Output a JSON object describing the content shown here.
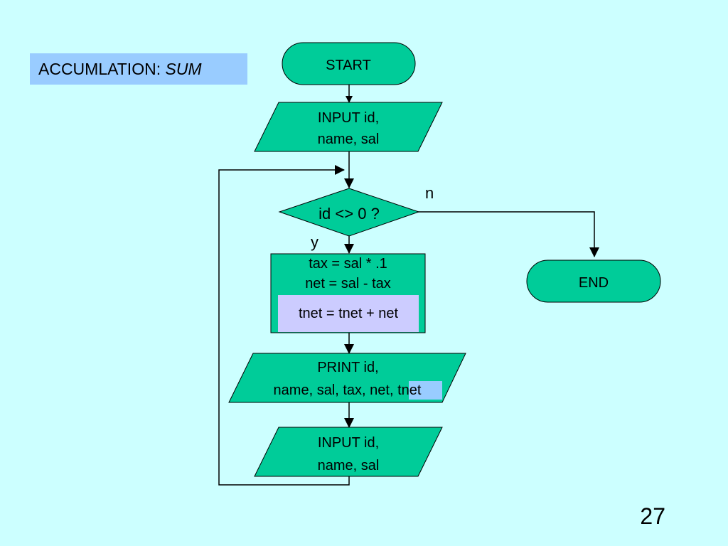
{
  "slide": {
    "title_prefix": "ACCUMLATION: ",
    "title_italic": "SUM",
    "page_number": "27"
  },
  "nodes": {
    "start": "START",
    "input1_line1": "INPUT id,",
    "input1_line2": "name, sal",
    "decision": "id <> 0 ?",
    "yes_label": "y",
    "no_label": "n",
    "calc_line1": "tax = sal * .1",
    "calc_line2": "net = sal - tax",
    "calc_line3": "tnet = tnet + net",
    "print_line1": "PRINT id,",
    "print_line2": "name, sal, tax, net, tnet",
    "input2_line1": "INPUT id,",
    "input2_line2": "name, sal",
    "end": "END"
  },
  "colors": {
    "shape_fill": "#00cc99",
    "background": "#ccffff",
    "title_bg": "#99ccff",
    "highlight_bg": "#ccccff"
  }
}
